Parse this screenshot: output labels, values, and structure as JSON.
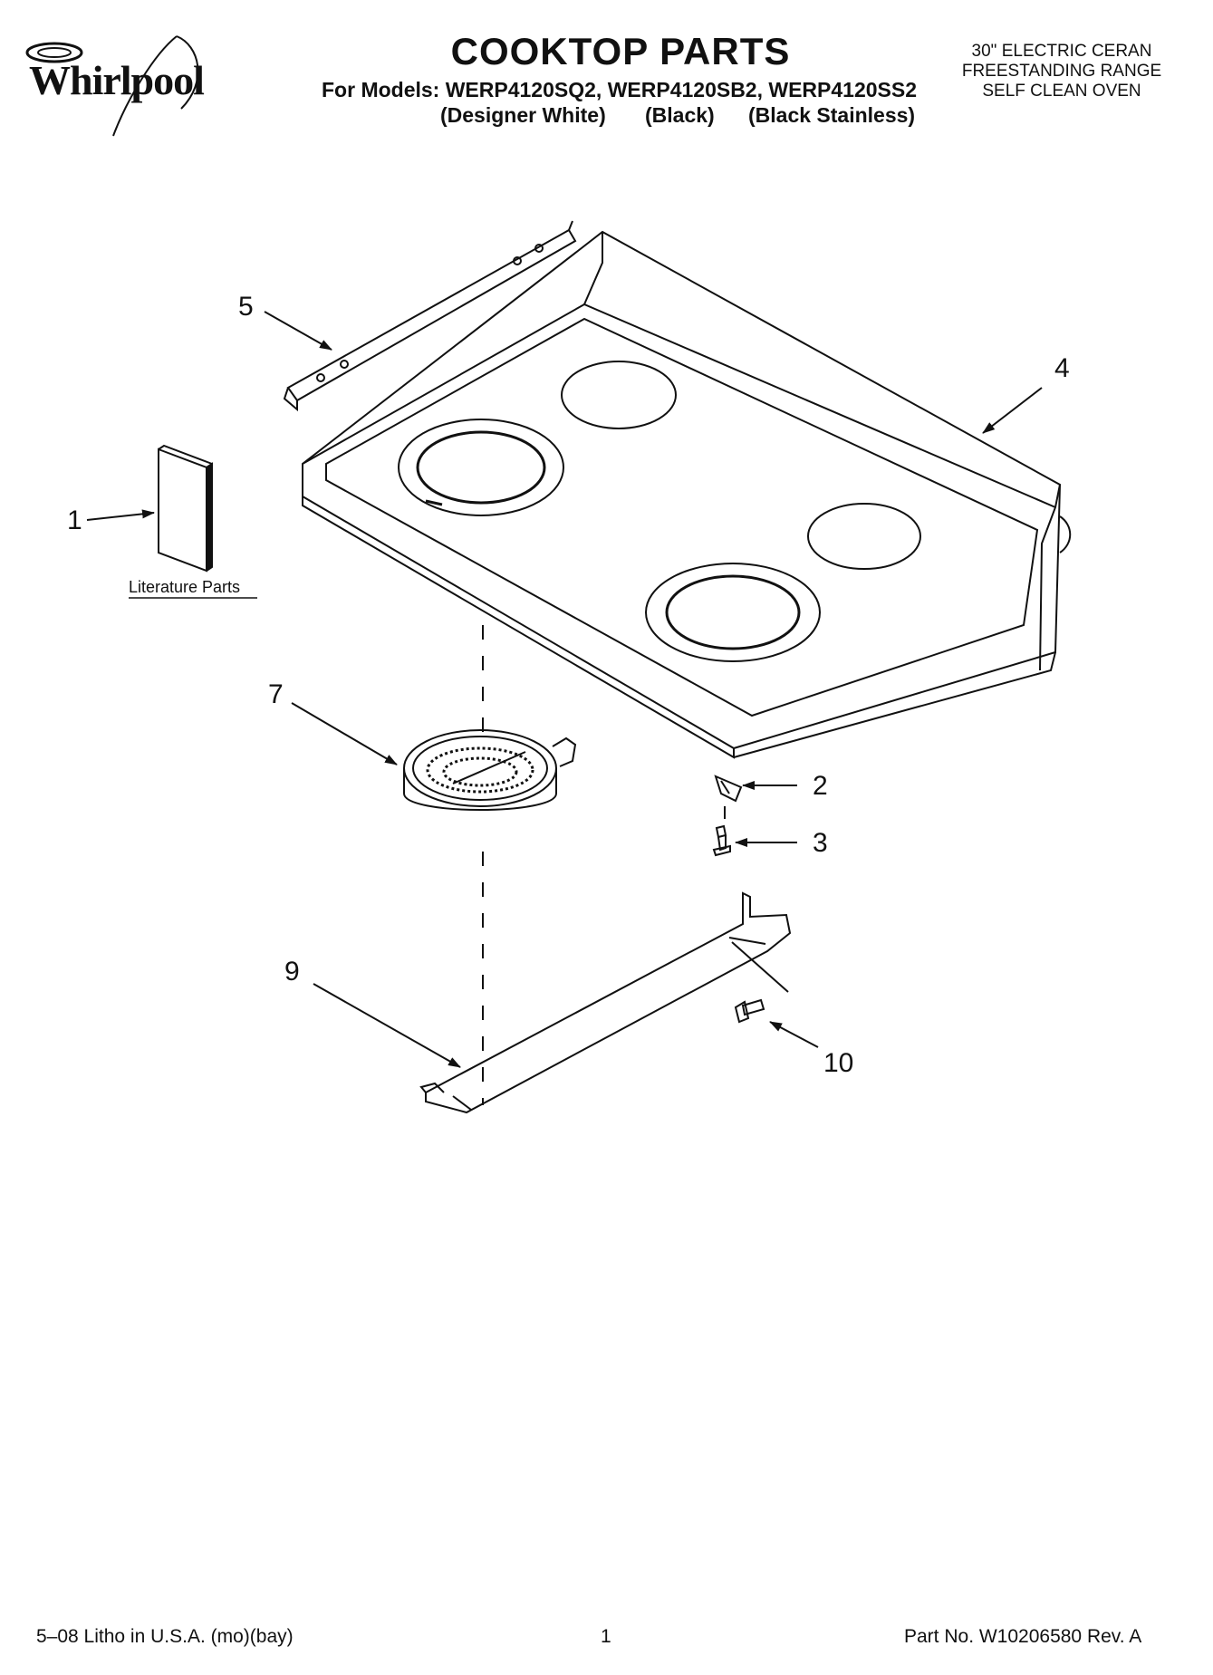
{
  "header": {
    "brand": "Whirlpool",
    "title": "COOKTOP PARTS",
    "models_line": "For Models: WERP4120SQ2, WERP4120SB2, WERP4120SS2",
    "variants": [
      "(Designer White)",
      "(Black)",
      "(Black Stainless)"
    ],
    "description": [
      "30\" ELECTRIC CERAN",
      "FREESTANDING RANGE",
      "SELF CLEAN OVEN"
    ]
  },
  "diagram": {
    "callouts": [
      "1",
      "2",
      "3",
      "4",
      "5",
      "7",
      "9",
      "10"
    ],
    "literature_label": "Literature Parts"
  },
  "footer": {
    "left": "5–08 Litho in U.S.A. (mo)(bay)",
    "page": "1",
    "part_no": "Part No. W10206580 Rev. A"
  }
}
